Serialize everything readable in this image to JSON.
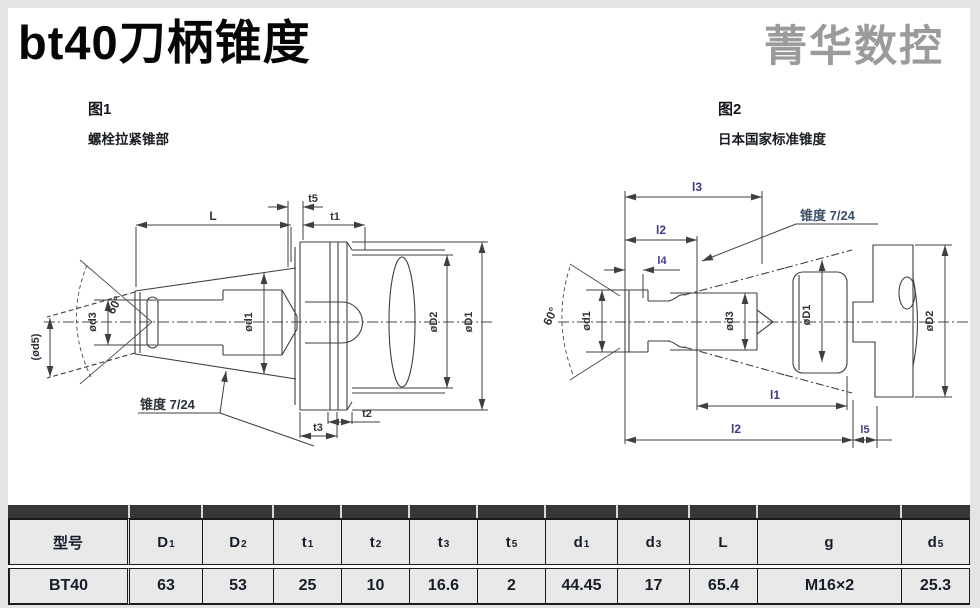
{
  "page": {
    "title": "bt40刀柄锥度",
    "brand": "菁华数控"
  },
  "colors": {
    "brand_gray": "#9b9b9b",
    "table_bar": "#373737",
    "dim_label_purple": "#4b3585"
  },
  "fig1": {
    "caption": "图1",
    "subcaption": "螺栓拉紧锥部",
    "labels": {
      "t5": "t5",
      "t1": "t1",
      "L": "L",
      "angle": "60°",
      "d5": "(ød5)",
      "d3": "ød3",
      "d1": "ød1",
      "D2": "øD2",
      "D1": "øD1",
      "taper": "锥度 7/24",
      "t3": "t3",
      "t2": "t2"
    }
  },
  "fig2": {
    "caption": "图2",
    "subcaption": "日本国家标准锥度",
    "labels": {
      "l3": "l3",
      "l2": "l2",
      "l4": "l4",
      "taper": "锥度 7/24",
      "angle": "60°",
      "d1": "ød1",
      "d3": "ød3",
      "D1": "øD1",
      "D2": "øD2",
      "l1": "l1",
      "l2b": "l2",
      "l5": "l5"
    }
  },
  "table": {
    "columns": [
      {
        "base": "型号",
        "sub": ""
      },
      {
        "base": "D",
        "sub": "1"
      },
      {
        "base": "D",
        "sub": "2"
      },
      {
        "base": "t",
        "sub": "1"
      },
      {
        "base": "t",
        "sub": "2"
      },
      {
        "base": "t",
        "sub": "3"
      },
      {
        "base": "t",
        "sub": "5"
      },
      {
        "base": "d",
        "sub": "1"
      },
      {
        "base": "d",
        "sub": "3"
      },
      {
        "base": "L",
        "sub": ""
      },
      {
        "base": "g",
        "sub": ""
      },
      {
        "base": "d",
        "sub": "5"
      }
    ],
    "rows": [
      {
        "model": "BT40",
        "values": [
          "63",
          "53",
          "25",
          "10",
          "16.6",
          "2",
          "44.45",
          "17",
          "65.4",
          "M16×2",
          "25.3"
        ]
      }
    ]
  }
}
